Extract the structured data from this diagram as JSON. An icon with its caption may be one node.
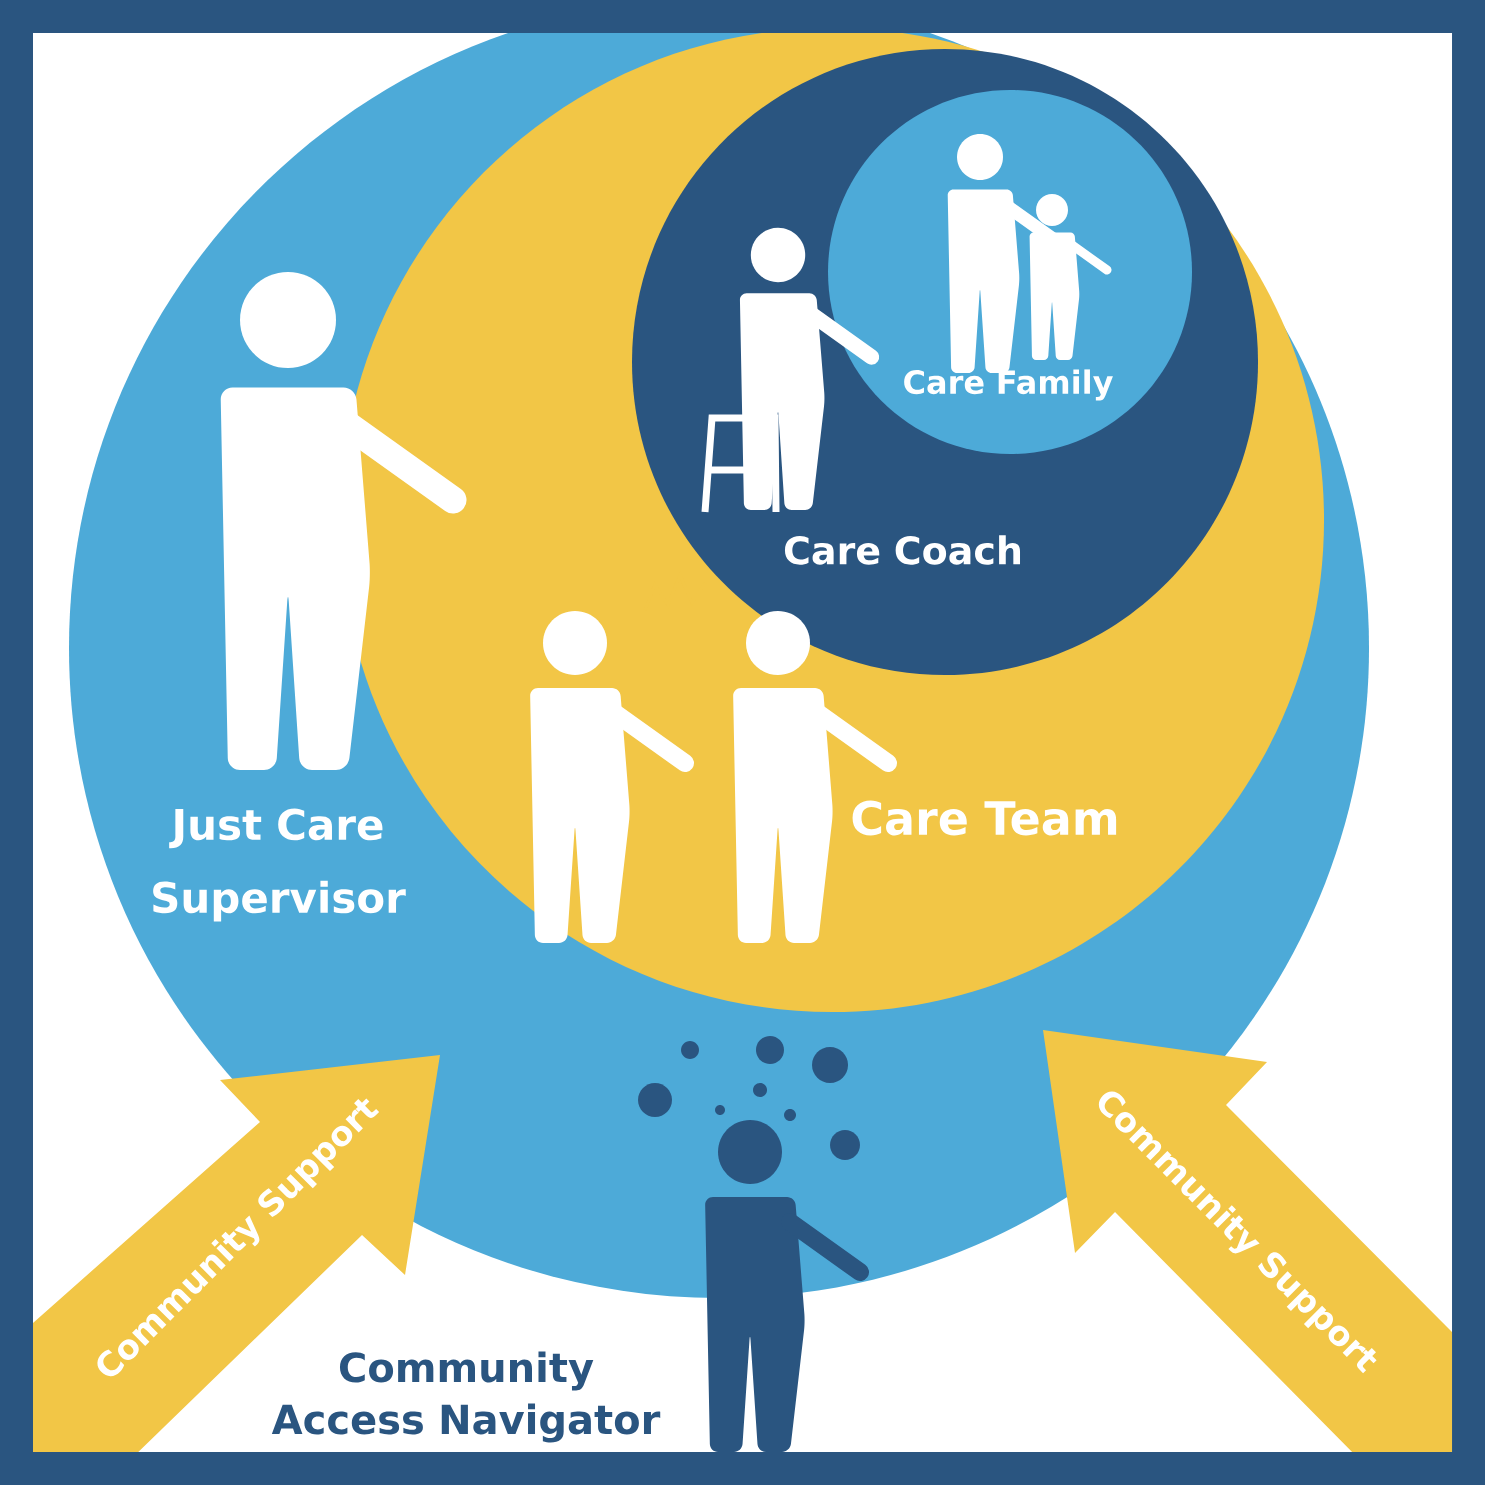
{
  "diagram": {
    "nodes": [
      {
        "text": [
          "Just Care Supervisor"
        ]
      },
      {
        "text": [
          "Care Team"
        ],
        "in": 0
      },
      {
        "text": [
          "Care Coach"
        ],
        "in": 1
      },
      {
        "text": [
          "Care Family"
        ],
        "in": 2
      },
      {
        "text": [
          "Community Support"
        ]
      },
      {
        "text": [
          "Community Support"
        ]
      }
    ],
    "labels": [
      "Community Access Navigator"
    ]
  }
}
